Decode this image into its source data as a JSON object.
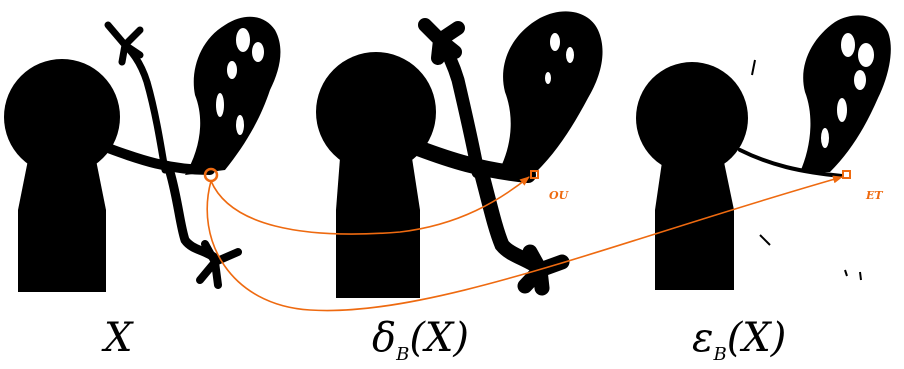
{
  "panels": [
    {
      "id": "original",
      "caption_symbol": "X",
      "caption_sub": "",
      "caption_arg": ""
    },
    {
      "id": "dilation",
      "caption_symbol": "δ",
      "caption_sub": "B",
      "caption_arg": "(X)"
    },
    {
      "id": "erosion",
      "caption_symbol": "ε",
      "caption_sub": "B",
      "caption_arg": "(X)"
    }
  ],
  "annotations": [
    {
      "id": "or-label",
      "text": "OU"
    },
    {
      "id": "and-label",
      "text": "ET"
    }
  ],
  "colors": {
    "shape": "#000000",
    "accent": "#ee6a10",
    "background": "#ffffff"
  }
}
